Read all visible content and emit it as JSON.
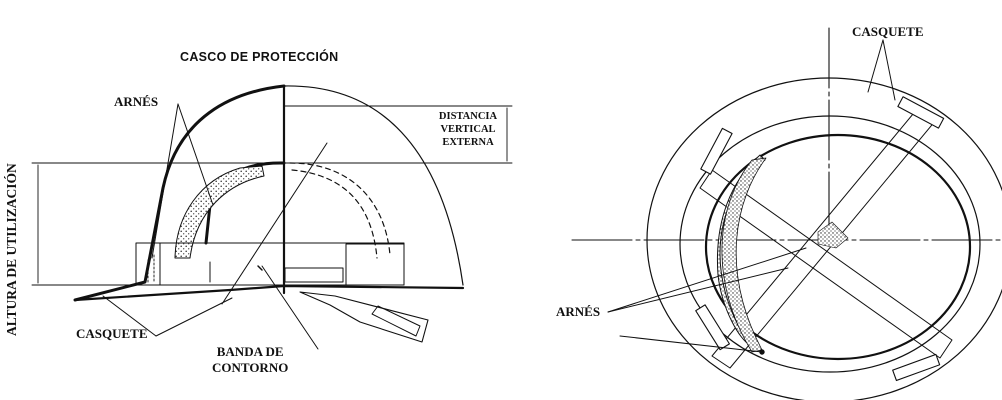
{
  "side_view": {
    "title": "CASCO DE PROTECCIÓN",
    "label_arnes": "ARNÉS",
    "label_distancia_line1": "DISTANCIA",
    "label_distancia_line2": "VERTICAL",
    "label_distancia_line3": "EXTERNA",
    "label_altura": "ALTURA DE UTILIZACIÓN",
    "label_casquete": "CASQUETE",
    "label_banda_line1": "BANDA DE",
    "label_banda_line2": "CONTORNO"
  },
  "top_view": {
    "label_casquete": "CASQUETE",
    "label_arnes": "ARNÉS"
  }
}
